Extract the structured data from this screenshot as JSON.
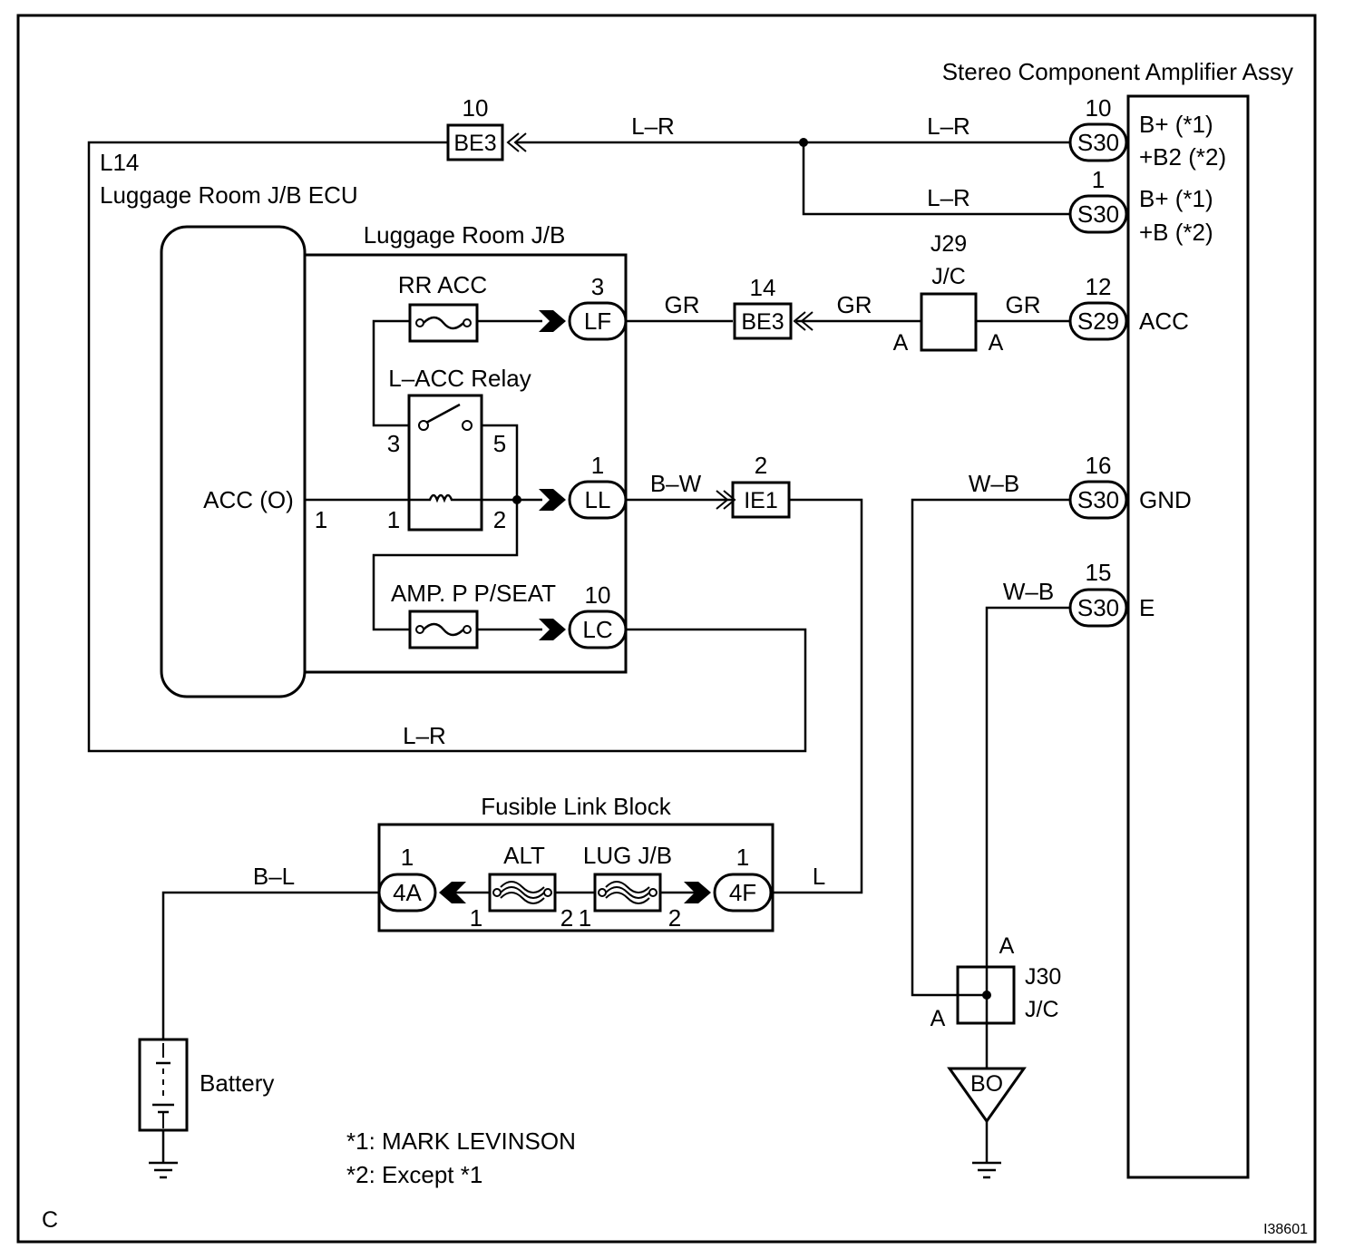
{
  "labels": {
    "corner_letter": "C",
    "figure_id": "I38601",
    "luggage_ecu_code": "L14",
    "luggage_ecu_name": "Luggage Room J/B ECU",
    "luggage_jb_name": "Luggage Room J/B",
    "acc_output": "ACC (O)",
    "acc_pin": "1",
    "amplifier_name": "Stereo Component Amplifier Assy",
    "fusible_block_name": "Fusible Link Block",
    "battery_name": "Battery",
    "relay_name": "L–ACC Relay",
    "relay_pin_3": "3",
    "relay_pin_5": "5",
    "relay_pin_1": "1",
    "relay_pin_2": "2",
    "fuse_rr_acc": "RR ACC",
    "fuse_amp_seat": "AMP. P P/SEAT",
    "fuse_alt": "ALT",
    "fuse_lug_jb": "LUG J/B",
    "alt_pin_1": "1",
    "alt_pin_2": "2",
    "lug_pin_1": "1",
    "lug_pin_2": "2",
    "note_1": "*1: MARK LEVINSON",
    "note_2": "*2: Except *1"
  },
  "connectors": {
    "be3_top": {
      "code": "BE3",
      "pin": "10"
    },
    "be3_mid": {
      "code": "BE3",
      "pin": "14"
    },
    "ie1": {
      "code": "IE1",
      "pin": "2"
    },
    "lf": {
      "code": "LF",
      "pin": "3"
    },
    "ll": {
      "code": "LL",
      "pin": "1"
    },
    "lc": {
      "code": "LC",
      "pin": "10"
    },
    "fa": {
      "code": "4A",
      "pin": "1"
    },
    "ff": {
      "code": "4F",
      "pin": "1"
    },
    "amp_b_plus_2": {
      "code": "S30",
      "pin": "10",
      "name1": "B+ (*1)",
      "name2": "+B2 (*2)"
    },
    "amp_b_plus": {
      "code": "S30",
      "pin": "1",
      "name1": "B+ (*1)",
      "name2": "+B (*2)"
    },
    "amp_acc": {
      "code": "S29",
      "pin": "12",
      "name": "ACC"
    },
    "amp_gnd": {
      "code": "S30",
      "pin": "16",
      "name": "GND"
    },
    "amp_e": {
      "code": "S30",
      "pin": "15",
      "name": "E"
    }
  },
  "junctions": {
    "j29": {
      "code": "J29",
      "type": "J/C",
      "pin_left": "A",
      "pin_right": "A"
    },
    "j30": {
      "code": "J30",
      "type": "J/C",
      "pin_top": "A",
      "pin_left": "A"
    }
  },
  "ground_point": "BO",
  "wire_colors": {
    "lr_top_left": "L–R",
    "lr_top_right": "L–R",
    "lr_branch": "L–R",
    "lr_bottom": "L–R",
    "gr_1": "GR",
    "gr_2": "GR",
    "gr_3": "GR",
    "bw": "B–W",
    "wb_gnd": "W–B",
    "wb_e": "W–B",
    "bl": "B–L",
    "l": "L"
  }
}
